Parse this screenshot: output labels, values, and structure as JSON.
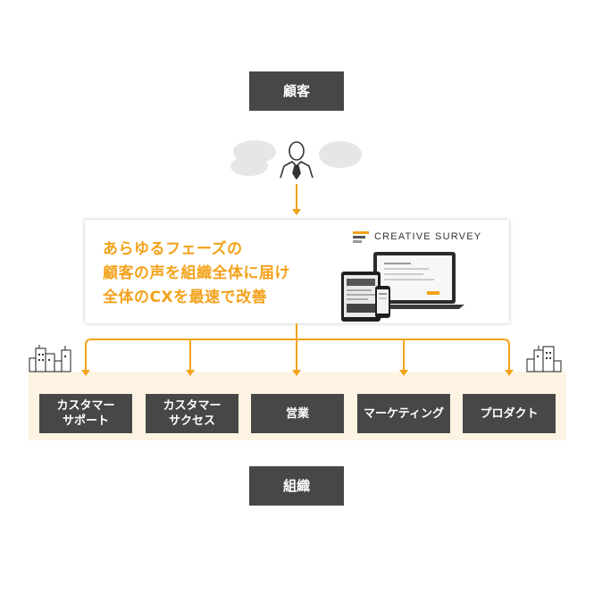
{
  "customer_box": {
    "label": "顧客"
  },
  "organization_box": {
    "label": "組織"
  },
  "product_card": {
    "tagline": [
      "あらゆるフェーズの",
      "顧客の声を組織全体に届け",
      "全体のCXを最速で改善"
    ],
    "brand": "CREATIVE SURVEY"
  },
  "departments": [
    {
      "label": "カスタマー\nサポート"
    },
    {
      "label": "カスタマー\nサクセス"
    },
    {
      "label": "営業"
    },
    {
      "label": "マーケティング"
    },
    {
      "label": "プロダクト"
    }
  ],
  "colors": {
    "accent": "#f3a21b",
    "box": "#474747",
    "band": "#fdf3e3",
    "bubble": "#e6e6e6"
  },
  "icons": [
    "person-icon",
    "speech-bubble-icon",
    "city-buildings-icon",
    "device-mockup-icon",
    "brand-logo-icon"
  ]
}
